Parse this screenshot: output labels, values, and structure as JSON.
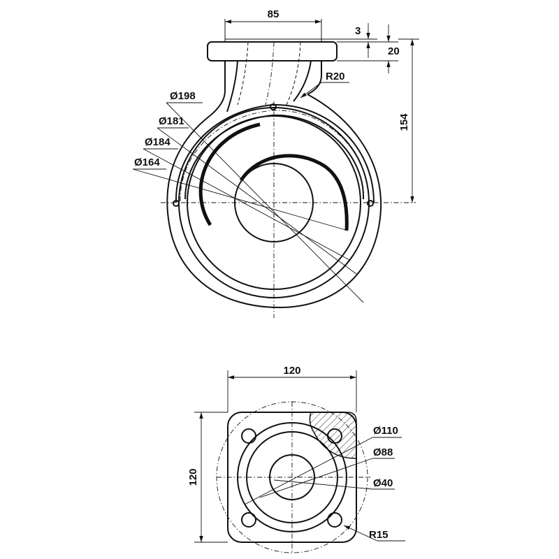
{
  "dimensions": {
    "flange_width": "85",
    "flange_gap": "3",
    "flange_thickness": "20",
    "fillet_radius": "R20",
    "diam_198": "Ø198",
    "diam_181": "Ø181",
    "diam_184": "Ø184",
    "diam_164": "Ø164",
    "center_height": "154",
    "base_width": "120",
    "base_height": "120",
    "base_diam_110": "Ø110",
    "base_diam_88": "Ø88",
    "base_diam_40": "Ø40",
    "base_corner_radius": "R15"
  }
}
